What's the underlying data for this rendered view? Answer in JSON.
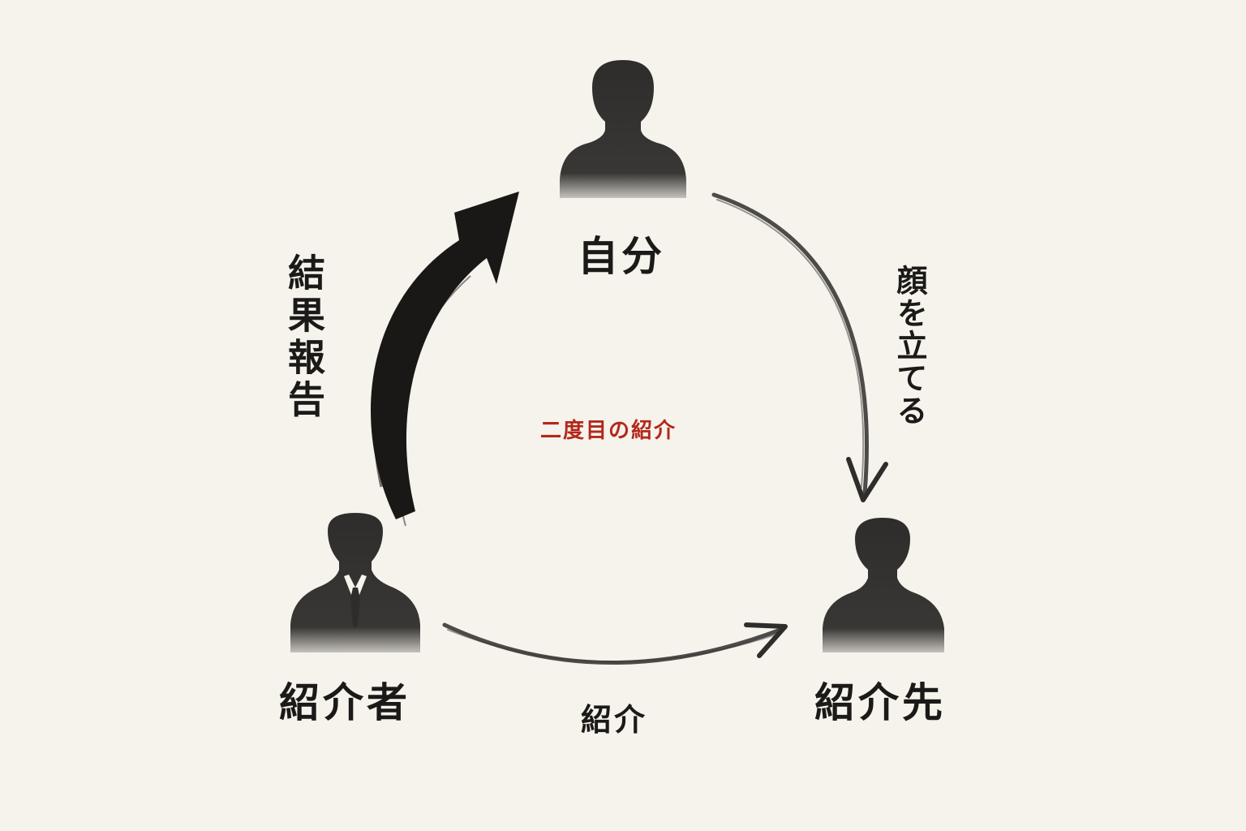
{
  "nodes": {
    "self": {
      "label": "自分",
      "icon": "person-silhouette-icon"
    },
    "introducer": {
      "label": "紹介者",
      "icon": "businessman-silhouette-icon"
    },
    "target": {
      "label": "紹介先",
      "icon": "person-silhouette-icon"
    }
  },
  "edges": {
    "self_to_target": {
      "label": "顔を立てる"
    },
    "introducer_to_target": {
      "label": "紹介"
    },
    "introducer_to_self": {
      "label": "結果報告"
    }
  },
  "center": {
    "label": "二度目の紹介"
  },
  "colors": {
    "background": "#f6f3ec",
    "ink": "#1c1a18",
    "silhouette": "#2f2d2b",
    "accent": "#b3281c"
  }
}
